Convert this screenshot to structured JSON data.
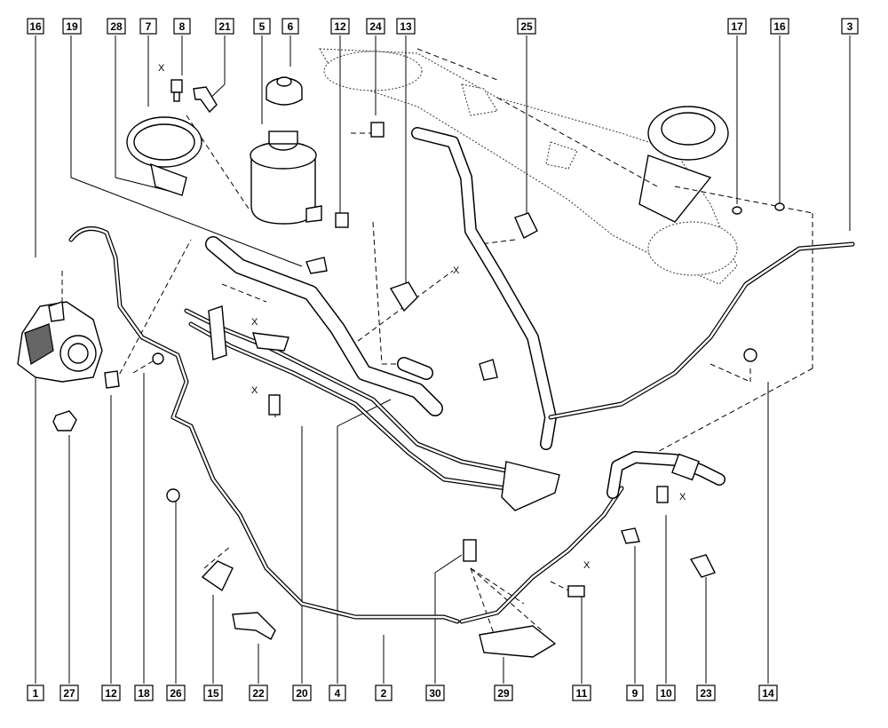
{
  "callouts": [
    {
      "id": "c16a",
      "label": "16"
    },
    {
      "id": "c19",
      "label": "19"
    },
    {
      "id": "c28",
      "label": "28"
    },
    {
      "id": "c7",
      "label": "7"
    },
    {
      "id": "c8",
      "label": "8"
    },
    {
      "id": "c21",
      "label": "21"
    },
    {
      "id": "c5",
      "label": "5"
    },
    {
      "id": "c6",
      "label": "6"
    },
    {
      "id": "c12a",
      "label": "12"
    },
    {
      "id": "c24",
      "label": "24"
    },
    {
      "id": "c13",
      "label": "13"
    },
    {
      "id": "c25",
      "label": "25"
    },
    {
      "id": "c17",
      "label": "17"
    },
    {
      "id": "c16b",
      "label": "16"
    },
    {
      "id": "c3",
      "label": "3"
    },
    {
      "id": "c1",
      "label": "1"
    },
    {
      "id": "c27",
      "label": "27"
    },
    {
      "id": "c12b",
      "label": "12"
    },
    {
      "id": "c18",
      "label": "18"
    },
    {
      "id": "c26",
      "label": "26"
    },
    {
      "id": "c15",
      "label": "15"
    },
    {
      "id": "c22",
      "label": "22"
    },
    {
      "id": "c20",
      "label": "20"
    },
    {
      "id": "c4",
      "label": "4"
    },
    {
      "id": "c2",
      "label": "2"
    },
    {
      "id": "c30",
      "label": "30"
    },
    {
      "id": "c29",
      "label": "29"
    },
    {
      "id": "c11",
      "label": "11"
    },
    {
      "id": "c9",
      "label": "9"
    },
    {
      "id": "c10",
      "label": "10"
    },
    {
      "id": "c23",
      "label": "23"
    },
    {
      "id": "c14",
      "label": "14"
    }
  ],
  "torque_marks": {
    "mark8": "X",
    "mark13": "X",
    "mark_bracket": "X",
    "mark20": "X",
    "mark11": "X",
    "mark10": "X"
  }
}
